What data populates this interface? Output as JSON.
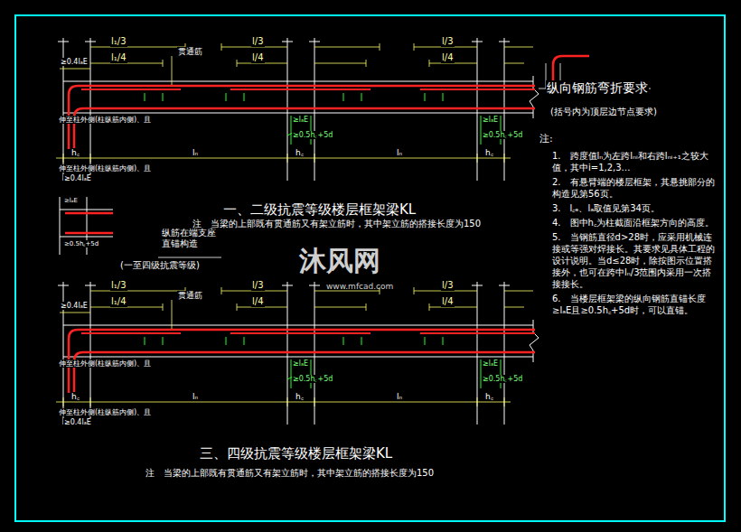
{
  "diagram": {
    "labels": [
      "l₁/3",
      "l₁/4",
      "l/3",
      "l/4",
      "l/3",
      "l/4",
      "贯通筋",
      "≥0.4lₐE",
      "伸至柱外侧(柱纵筋内侧)、且",
      "伸至柱外侧(柱纵筋内侧)、且",
      "≥0.4lₐE",
      "≥lₐE",
      "≥0.5h꜀+5d",
      "≥lₐE",
      "≥0.5h꜀+5d",
      "h꜀",
      "lₙ",
      "h꜀",
      "lₙ",
      "h꜀",
      "一、二级抗震等级楼层框架梁KL",
      "注　当梁的上部既有贯通筋又有架立筋时，其中架立筋的搭接长度为150",
      "l₁/3",
      "l₁/4",
      "l/3",
      "l/4",
      "l/3",
      "l/4",
      "贯通筋",
      "≥0.4lₐE",
      "伸至柱外侧(柱纵筋内侧)、且",
      "伸至柱外侧(柱纵筋内侧)、且",
      "≥0.4lₐE",
      "≥lₐE",
      "≥0.5h꜀+5d",
      "≥lₐE",
      "≥0.5h꜀+5d",
      "h꜀",
      "lₙ",
      "h꜀",
      "lₙ",
      "h꜀",
      "三、四级抗震等级楼层框架梁KL",
      "注　当梁的上部既有贯通筋又有架立筋时，其中架立筋的搭接长度为150",
      "≥lₐE",
      "≥0.5h꜀+5d",
      "纵筋在端支座直锚构造",
      "(一至四级抗震等级)",
      "纵向钢筋弯折要求",
      "(括号内为顶层边节点要求)",
      "注:",
      "1.　跨度值lₙ为左跨lₙᵢ和右跨lₙᵢ₊₁之较大值，其中i=1,2,3…",
      "2.　有悬臂端的楼层框架，其悬挑部分的构造见第56页。",
      "3.　l꜀ₑ、lₐ取值见第34页。",
      "4.　图中h꜀为柱截面沿框架方向的高度。",
      "5.　当钢筋直径d>28时，应采用机械连接或等强对焊接长。其要求见具体工程的设计说明。当d≤28时，除按图示位置搭接外，也可在跨中lₙ/3范围内采用一次搭接接长。",
      "6.　当楼层框架梁的纵向钢筋直锚长度≥lₐE且≥0.5h꜀+5d时，可以直锚。",
      "沐风网",
      "www.mfcad.com"
    ]
  }
}
